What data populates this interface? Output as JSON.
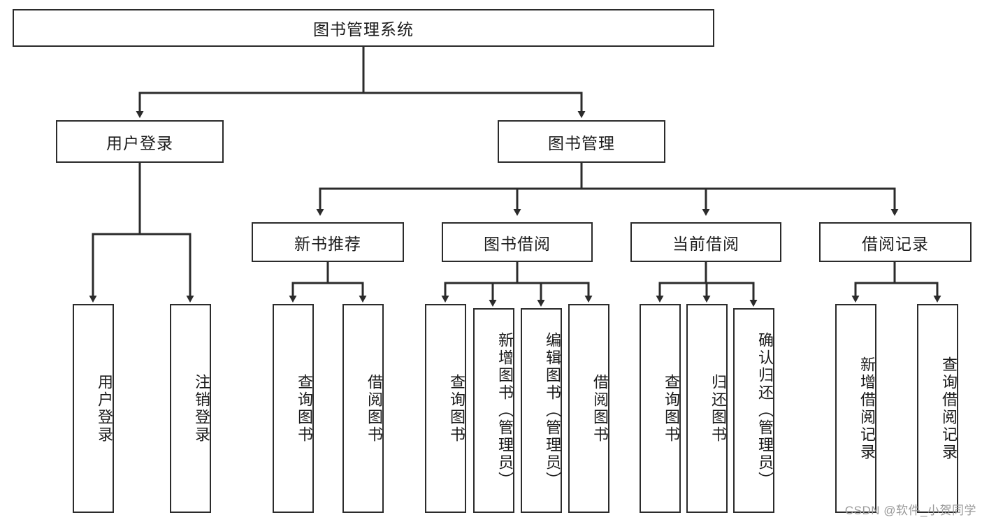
{
  "diagram": {
    "title": "图书管理系统",
    "type": "tree-hierarchy",
    "watermark": "CSDN @软件_小贺同学",
    "colors": {
      "node_border": "#2b2b2b",
      "node_fill": "#ffffff",
      "edge": "#2b2b2b",
      "text": "#1b1b1b",
      "watermark": "#9a9a9a",
      "background": "#ffffff"
    }
  },
  "nodes": {
    "root": {
      "label": "图书管理系统"
    },
    "level1": [
      {
        "id": "user-login",
        "label": "用户登录"
      },
      {
        "id": "book-manage",
        "label": "图书管理"
      }
    ],
    "level2": [
      {
        "id": "new-book-recommend",
        "label": "新书推荐"
      },
      {
        "id": "book-borrow",
        "label": "图书借阅"
      },
      {
        "id": "current-borrow",
        "label": "当前借阅"
      },
      {
        "id": "borrow-record",
        "label": "借阅记录"
      }
    ],
    "leaves": {
      "user-login": [
        {
          "id": "leaf-user-login",
          "label": "用户登录"
        },
        {
          "id": "leaf-logout",
          "label": "注销登录"
        }
      ],
      "new-book-recommend": [
        {
          "id": "leaf-query-book-1",
          "label": "查询图书"
        },
        {
          "id": "leaf-borrow-book-1",
          "label": "借阅图书"
        }
      ],
      "book-borrow": [
        {
          "id": "leaf-query-book-2",
          "label": "查询图书"
        },
        {
          "id": "leaf-add-book",
          "label": "新增图书（管理员）"
        },
        {
          "id": "leaf-edit-book",
          "label": "编辑图书（管理员）"
        },
        {
          "id": "leaf-borrow-book-2",
          "label": "借阅图书"
        }
      ],
      "current-borrow": [
        {
          "id": "leaf-query-book-3",
          "label": "查询图书"
        },
        {
          "id": "leaf-return-book",
          "label": "归还图书"
        },
        {
          "id": "leaf-confirm-return",
          "label": "确认归还（管理员）"
        }
      ],
      "borrow-record": [
        {
          "id": "leaf-add-record",
          "label": "新增借阅记录"
        },
        {
          "id": "leaf-query-record",
          "label": "查询借阅记录"
        }
      ]
    }
  }
}
